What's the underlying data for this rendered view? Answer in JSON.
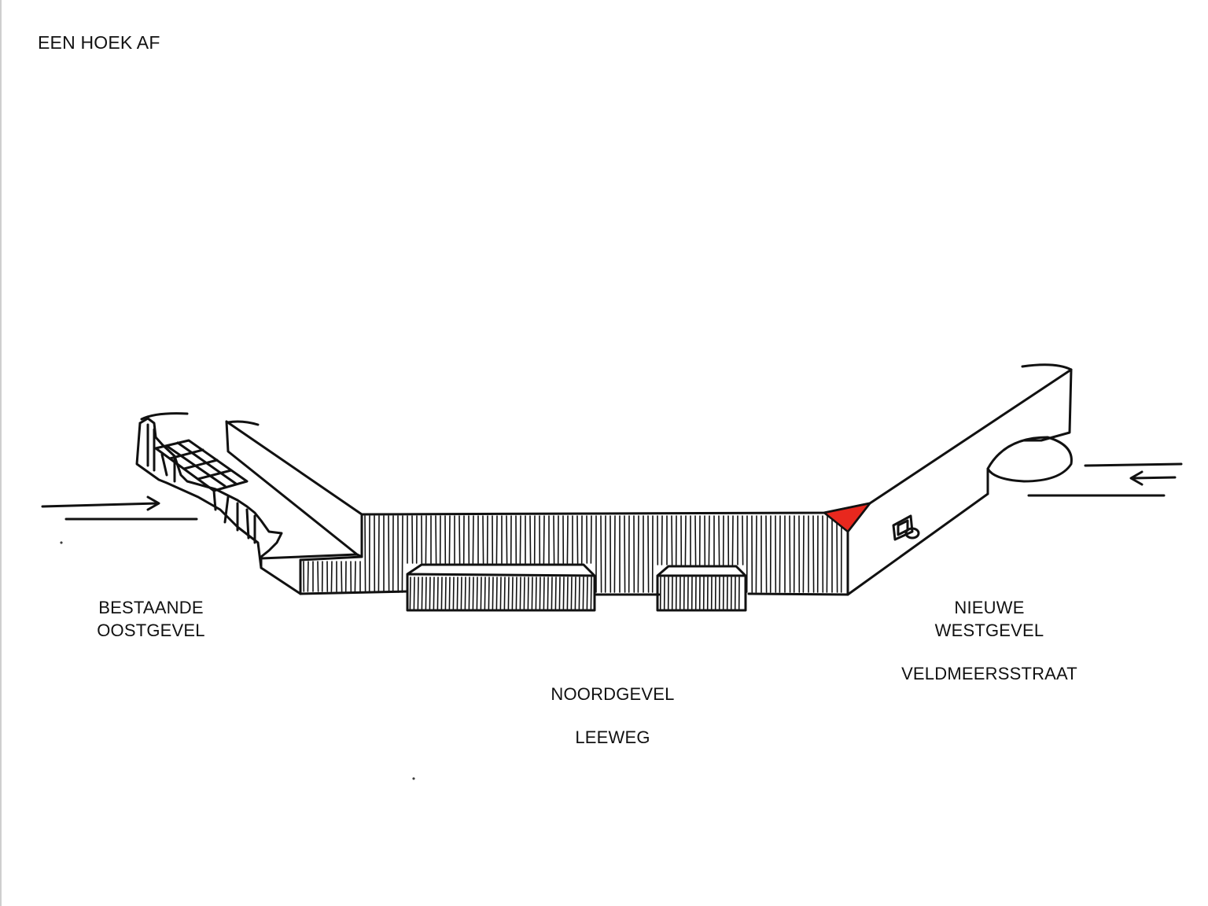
{
  "title": "EEN HOEK AF",
  "labels": {
    "east_line1": "BESTAANDE",
    "east_line2": "OOSTGEVEL",
    "north_line1": "NOORDGEVEL",
    "north_line2": "LEEWEG",
    "west_line1": "NIEUWE",
    "west_line2": "WESTGEVEL",
    "west_line3": "VELDMEERSSTRAAT"
  },
  "colors": {
    "ink": "#111111",
    "accent": "#e8281e",
    "background": "#ffffff"
  }
}
